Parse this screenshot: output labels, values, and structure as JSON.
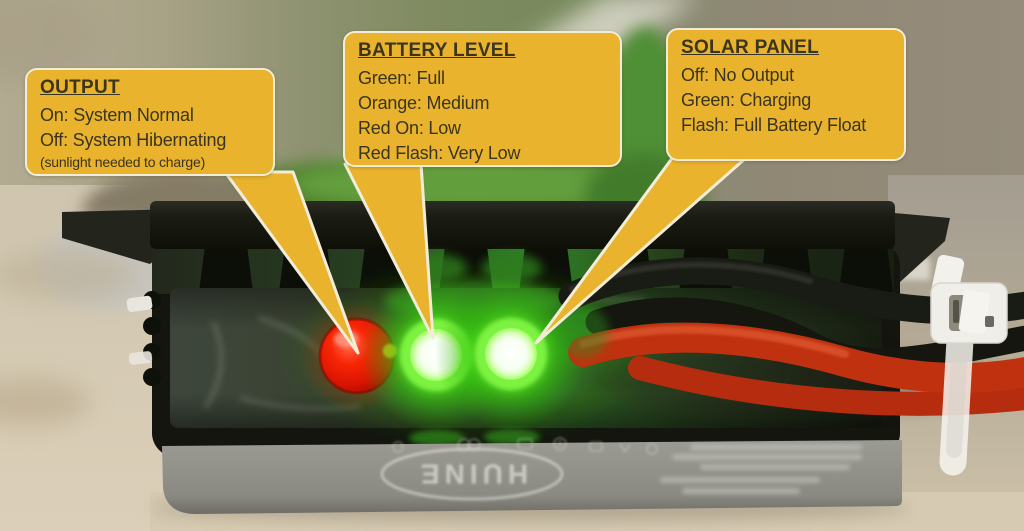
{
  "callouts": {
    "output": {
      "title": "OUTPUT",
      "lines": [
        "On: System Normal",
        "Off: System Hibernating"
      ],
      "note": "(sunlight needed to charge)"
    },
    "battery": {
      "title": "BATTERY LEVEL",
      "lines": [
        "Green: Full",
        "Orange: Medium",
        "Red On: Low",
        "Red Flash: Very Low"
      ]
    },
    "solar": {
      "title": "SOLAR PANEL",
      "lines": [
        "Off: No Output",
        "Green: Charging",
        "Flash: Full Battery Float"
      ]
    }
  },
  "device": {
    "brand": "HUINE",
    "leds": {
      "output": {
        "color": "red",
        "state": "on"
      },
      "battery": {
        "color": "green",
        "state": "on"
      },
      "solar": {
        "color": "green",
        "state": "on"
      }
    }
  },
  "colors": {
    "callout_bg": "#E9B32D",
    "callout_border": "#F3ECD7",
    "callout_text": "#3A3420",
    "led_red": "#EE1D02",
    "led_green": "#3FE01A",
    "wire_red": "#C0310F",
    "wire_black": "#191B15",
    "device_body": "#13150E",
    "label_strip": "#8E8E86"
  }
}
